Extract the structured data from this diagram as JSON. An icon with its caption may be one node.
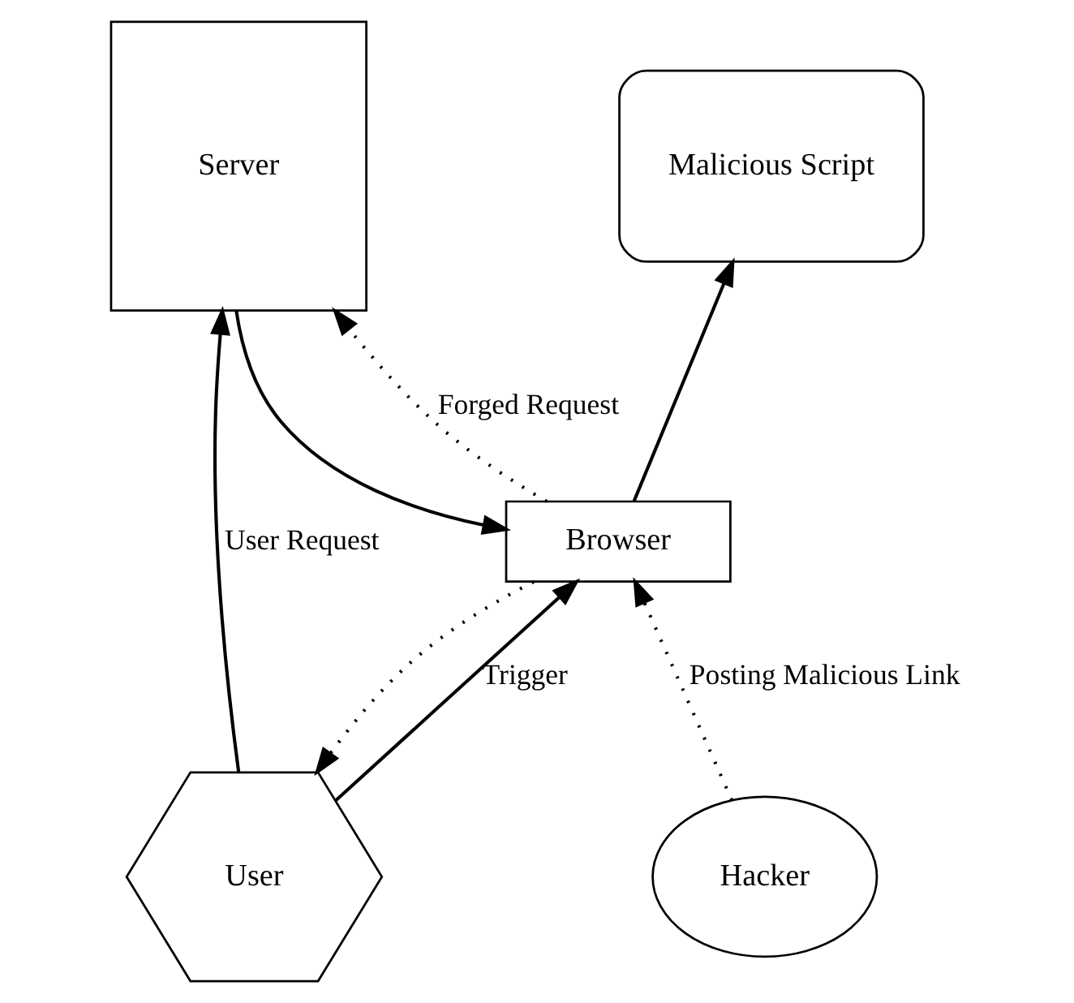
{
  "diagram": {
    "nodes": [
      {
        "text": [
          "Server"
        ]
      },
      {
        "text": [
          "Malicious Script"
        ]
      },
      {
        "text": [
          "Browser"
        ]
      },
      {
        "text": [
          "User"
        ]
      },
      {
        "text": [
          "Hacker"
        ]
      }
    ],
    "edges": [
      {
        "from": 3,
        "to": 0,
        "arrow": "to",
        "label": "User Request"
      },
      {
        "from": 0,
        "to": 2,
        "arrow": "to"
      },
      {
        "from": 2,
        "to": 0,
        "arrow": "to",
        "style": "dashed",
        "label": "Forged Request"
      },
      {
        "from": 2,
        "to": 1,
        "arrow": "to"
      },
      {
        "from": 3,
        "to": 2,
        "arrow": "to",
        "label": "Trigger"
      },
      {
        "from": 2,
        "to": 3,
        "arrow": "to",
        "style": "dashed"
      },
      {
        "from": 4,
        "to": 2,
        "arrow": "to",
        "style": "dashed",
        "label": "Posting Malicious Link"
      }
    ]
  }
}
